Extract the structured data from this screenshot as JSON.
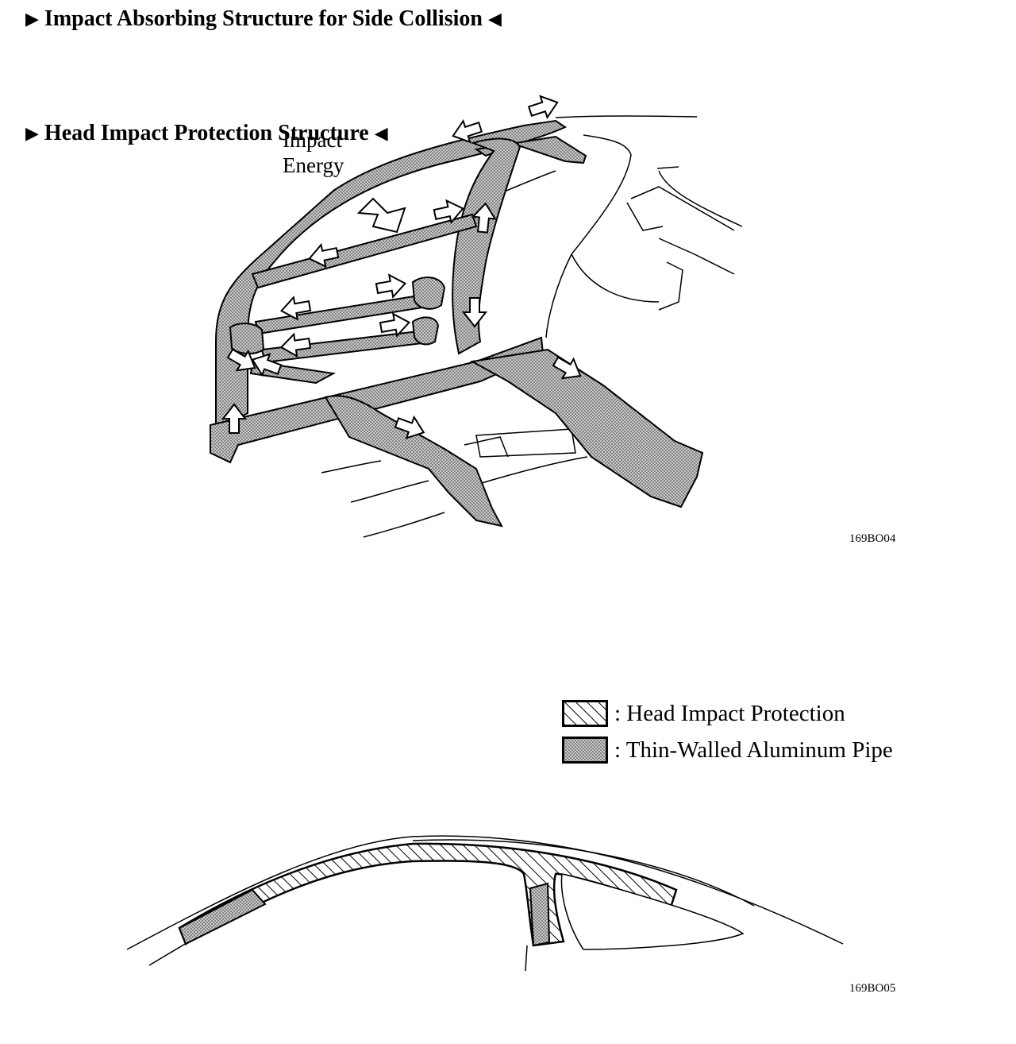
{
  "headings": {
    "side_collision": "Impact Absorbing Structure for Side Collision",
    "head_impact": "Head Impact Protection Structure"
  },
  "icons": {
    "heading_prefix": "right-triangle-icon",
    "heading_suffix": "left-triangle-icon"
  },
  "diagram1": {
    "label": [
      "Impact",
      "Energy"
    ],
    "code": "169BO04"
  },
  "legend": [
    {
      "pattern": "hatched",
      "text": ": Head Impact Protection"
    },
    {
      "pattern": "dotted",
      "text": ": Thin-Walled Aluminum Pipe"
    }
  ],
  "diagram2": {
    "code": "169BO05"
  },
  "colors": {
    "ink": "#000000",
    "fill": "#b8b8b8",
    "paper": "#ffffff"
  }
}
